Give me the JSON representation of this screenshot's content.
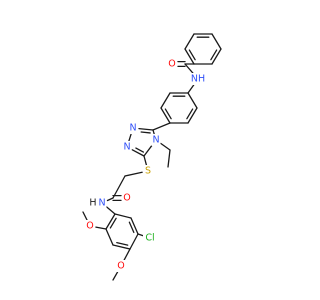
{
  "molecule": {
    "atom_labels": {
      "o_benzamide": "O",
      "nh_benzamide": "NH",
      "n_triazole_1": "N",
      "n_triazole_2": "N",
      "n_triazole_4": "N",
      "s_thioether": "S",
      "o_acetamide": "O",
      "n_anilide": "N",
      "h_anilide": "H",
      "o_methoxy_top": "O",
      "cl": "Cl",
      "o_methoxy_bottom": "O"
    },
    "colors": {
      "bond": "#1a1a1a",
      "nitrogen": "#3050f8",
      "oxygen": "#ff0d0d",
      "sulfur": "#c8a000",
      "chlorine": "#1fb01f",
      "hydrogen": "#1a1a1a"
    }
  }
}
